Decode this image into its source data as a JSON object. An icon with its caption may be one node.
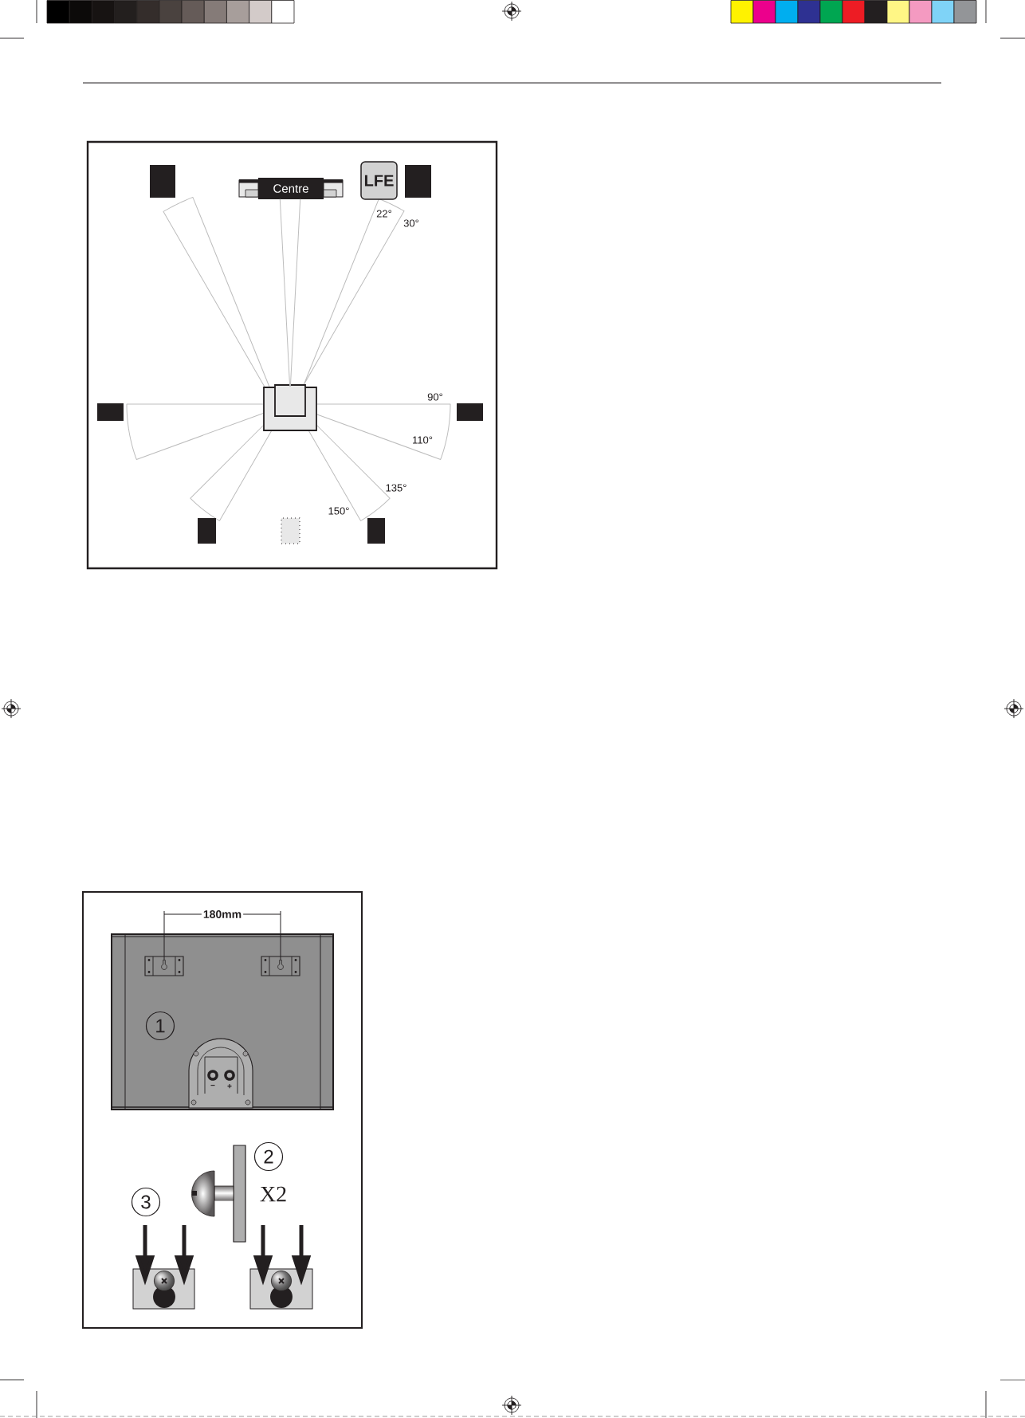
{
  "diagram": {
    "nodes": [
      {
        "text": [],
        "shape": "box"
      },
      {
        "text": [
          "Centre"
        ]
      },
      {
        "text": [
          "LFE"
        ]
      },
      {
        "text": [],
        "shape": "box"
      },
      {
        "text": [],
        "shape": "box"
      },
      {
        "text": [],
        "shape": "box"
      },
      {
        "text": [],
        "shape": "box"
      },
      {
        "text": [],
        "shape": "box"
      },
      {
        "text": [],
        "shape": "box"
      },
      {
        "text": [],
        "shape": "box"
      }
    ],
    "labels": [
      "22°",
      "30°",
      "90°",
      "110°",
      "135°",
      "150°",
      "180mm",
      "1",
      "−",
      "+",
      "2",
      "X2",
      "3"
    ]
  }
}
